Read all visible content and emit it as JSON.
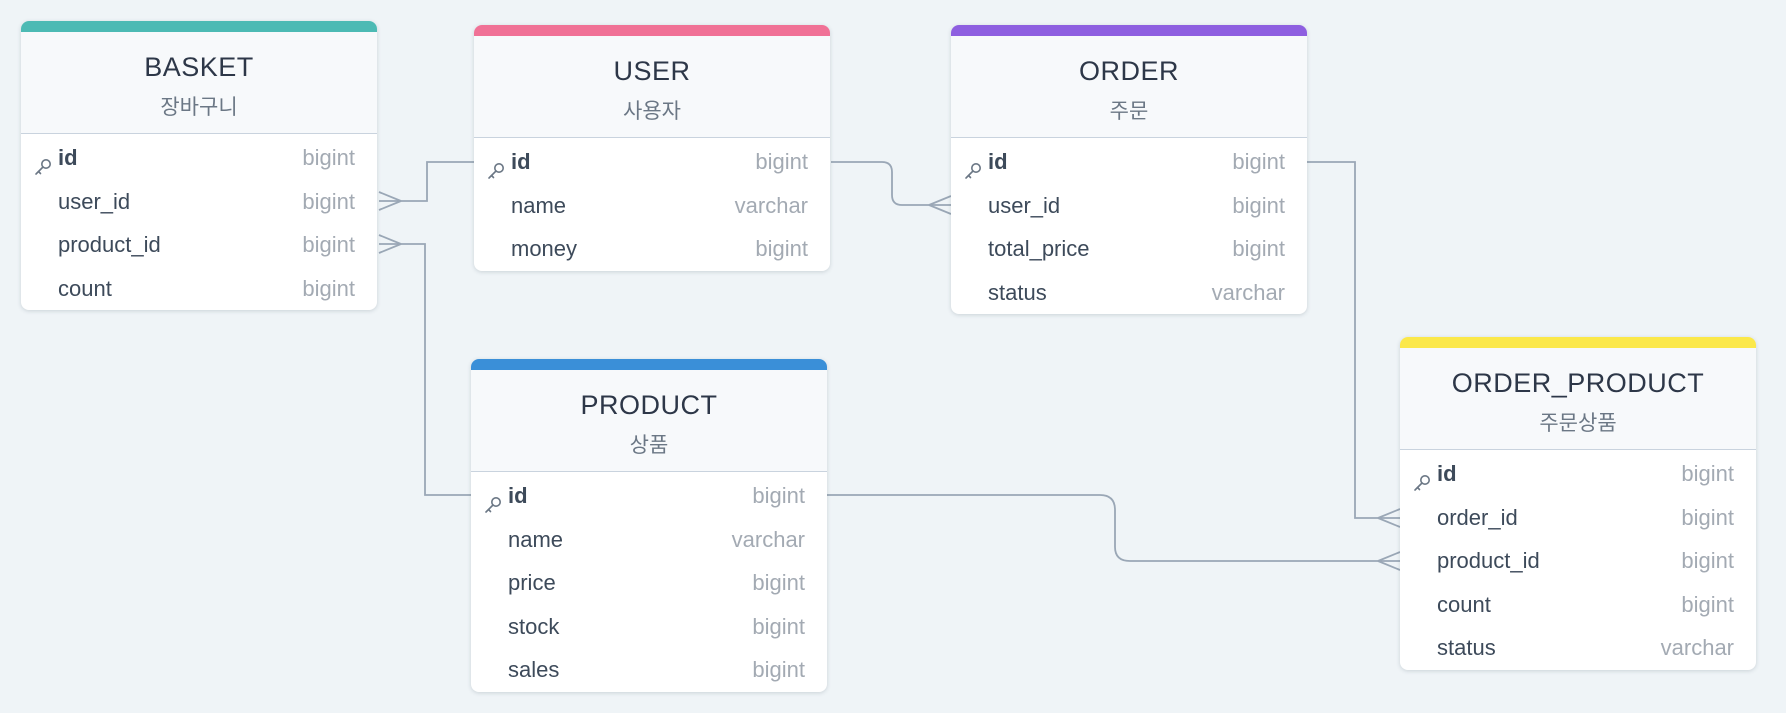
{
  "colors": {
    "canvas_background": "#eff4f7",
    "connector_line": "#9aa7b6"
  },
  "tables": [
    {
      "name": "BASKET",
      "note": "장바구니",
      "accent": "#4cbab4",
      "columns": [
        {
          "name": "id",
          "type": "bigint",
          "primary_key": true
        },
        {
          "name": "user_id",
          "type": "bigint",
          "primary_key": false
        },
        {
          "name": "product_id",
          "type": "bigint",
          "primary_key": false
        },
        {
          "name": "count",
          "type": "bigint",
          "primary_key": false
        }
      ]
    },
    {
      "name": "USER",
      "note": "사용자",
      "accent": "#f07196",
      "columns": [
        {
          "name": "id",
          "type": "bigint",
          "primary_key": true
        },
        {
          "name": "name",
          "type": "varchar",
          "primary_key": false
        },
        {
          "name": "money",
          "type": "bigint",
          "primary_key": false
        }
      ]
    },
    {
      "name": "ORDER",
      "note": "주문",
      "accent": "#8e5fe0",
      "columns": [
        {
          "name": "id",
          "type": "bigint",
          "primary_key": true
        },
        {
          "name": "user_id",
          "type": "bigint",
          "primary_key": false
        },
        {
          "name": "total_price",
          "type": "bigint",
          "primary_key": false
        },
        {
          "name": "status",
          "type": "varchar",
          "primary_key": false
        }
      ]
    },
    {
      "name": "PRODUCT",
      "note": "상품",
      "accent": "#3a8fd8",
      "columns": [
        {
          "name": "id",
          "type": "bigint",
          "primary_key": true
        },
        {
          "name": "name",
          "type": "varchar",
          "primary_key": false
        },
        {
          "name": "price",
          "type": "bigint",
          "primary_key": false
        },
        {
          "name": "stock",
          "type": "bigint",
          "primary_key": false
        },
        {
          "name": "sales",
          "type": "bigint",
          "primary_key": false
        }
      ]
    },
    {
      "name": "ORDER_PRODUCT",
      "note": "주문상품",
      "accent": "#fbe84a",
      "columns": [
        {
          "name": "id",
          "type": "bigint",
          "primary_key": true
        },
        {
          "name": "order_id",
          "type": "bigint",
          "primary_key": false
        },
        {
          "name": "product_id",
          "type": "bigint",
          "primary_key": false
        },
        {
          "name": "count",
          "type": "bigint",
          "primary_key": false
        },
        {
          "name": "status",
          "type": "varchar",
          "primary_key": false
        }
      ]
    }
  ],
  "relationships": [
    {
      "from": "BASKET.user_id",
      "to": "USER.id",
      "cardinality": "many-to-one"
    },
    {
      "from": "BASKET.product_id",
      "to": "PRODUCT.id",
      "cardinality": "many-to-one"
    },
    {
      "from": "ORDER.user_id",
      "to": "USER.id",
      "cardinality": "many-to-one"
    },
    {
      "from": "ORDER_PRODUCT.order_id",
      "to": "ORDER.id",
      "cardinality": "many-to-one"
    },
    {
      "from": "ORDER_PRODUCT.product_id",
      "to": "PRODUCT.id",
      "cardinality": "many-to-one"
    }
  ]
}
